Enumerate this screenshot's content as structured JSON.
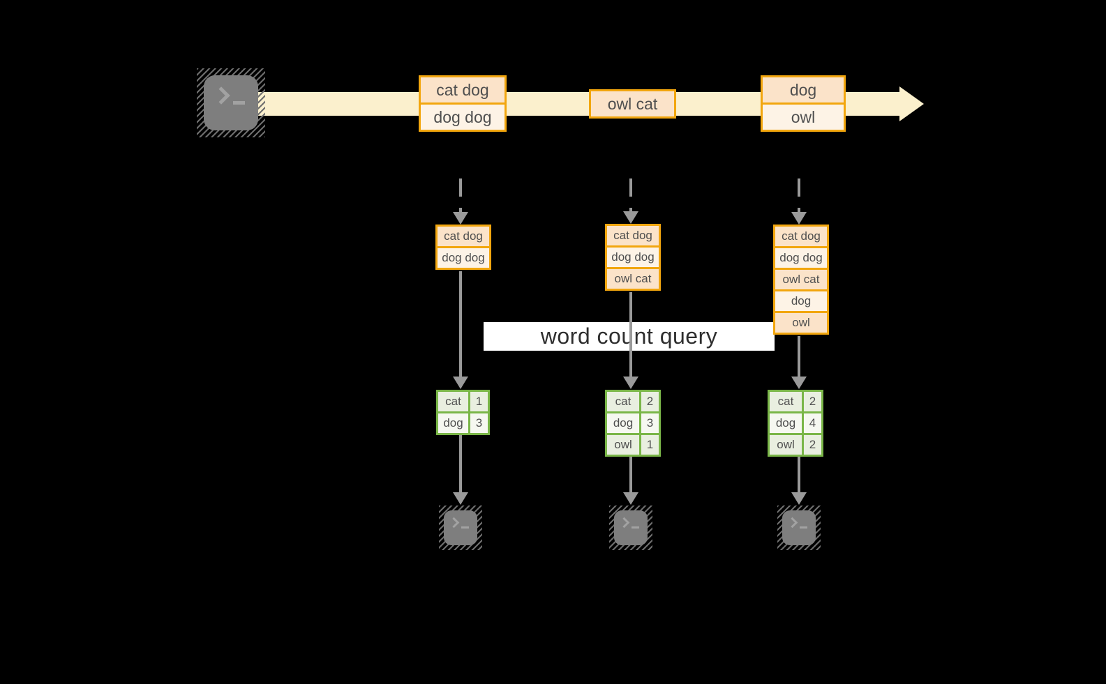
{
  "colors": {
    "background": "#000000",
    "stream_band": "#fbf0cd",
    "event_border": "#f2a60e",
    "event_fill_dark": "#fbe3c9",
    "event_fill_light": "#fdf3e6",
    "table_border": "#7ab648",
    "table_fill_dark": "#e9efe0",
    "table_fill_light": "#f6f8f1",
    "arrow_gray": "#9a9a9a",
    "banner_bg": "#ffffff",
    "box_text": "#4f4f4f"
  },
  "icons": {
    "source": "terminal-icon",
    "stream_arrowhead": "arrow-right-icon",
    "ingest_arrows": "arrow-down-dashed-icon",
    "result_arrows": "arrow-down-icon",
    "outputs": [
      "terminal-icon",
      "terminal-icon",
      "terminal-icon"
    ]
  },
  "stream": {
    "events": [
      {
        "rows": [
          "cat dog",
          "dog dog"
        ]
      },
      {
        "rows": [
          "owl cat"
        ]
      },
      {
        "rows": [
          "dog",
          "owl"
        ]
      }
    ]
  },
  "query": {
    "label": "word count query"
  },
  "columns": [
    {
      "buffer": [
        "cat dog",
        "dog dog"
      ],
      "counts": [
        {
          "word": "cat",
          "count": "1"
        },
        {
          "word": "dog",
          "count": "3"
        }
      ]
    },
    {
      "buffer": [
        "cat dog",
        "dog dog",
        "owl cat"
      ],
      "counts": [
        {
          "word": "cat",
          "count": "2"
        },
        {
          "word": "dog",
          "count": "3"
        },
        {
          "word": "owl",
          "count": "1"
        }
      ]
    },
    {
      "buffer": [
        "cat dog",
        "dog dog",
        "owl cat",
        "dog",
        "owl"
      ],
      "counts": [
        {
          "word": "cat",
          "count": "2"
        },
        {
          "word": "dog",
          "count": "4"
        },
        {
          "word": "owl",
          "count": "2"
        }
      ]
    }
  ]
}
